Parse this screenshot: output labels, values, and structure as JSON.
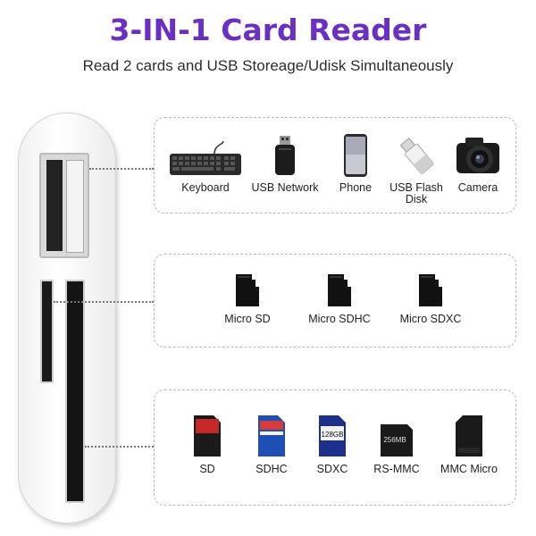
{
  "header": {
    "title": "3-IN-1 Card Reader",
    "subtitle": "Read 2 cards and USB Storeage/Udisk Simultaneously"
  },
  "usb_panel": {
    "items": [
      {
        "label": "Keyboard",
        "icon": "keyboard-icon"
      },
      {
        "label": "USB Network",
        "icon": "usb-network-adapter-icon"
      },
      {
        "label": "Phone",
        "icon": "phone-icon"
      },
      {
        "label": "USB Flash Disk",
        "icon": "usb-flash-disk-icon"
      },
      {
        "label": "Camera",
        "icon": "camera-icon"
      }
    ]
  },
  "micro_panel": {
    "items": [
      {
        "label": "Micro SD",
        "icon": "micro-sd-card-icon"
      },
      {
        "label": "Micro SDHC",
        "icon": "micro-sdhc-card-icon"
      },
      {
        "label": "Micro SDXC",
        "icon": "micro-sdxc-card-icon"
      }
    ]
  },
  "sd_panel": {
    "items": [
      {
        "label": "SD",
        "icon": "sd-card-icon",
        "color": "#c62828"
      },
      {
        "label": "SDHC",
        "icon": "sdhc-card-icon",
        "color": "#1e4fb5"
      },
      {
        "label": "SDXC",
        "icon": "sdxc-card-icon",
        "card_text": "128GB"
      },
      {
        "label": "RS-MMC",
        "icon": "rs-mmc-card-icon",
        "card_text": "256MB"
      },
      {
        "label": "MMC Micro",
        "icon": "mmc-micro-card-icon"
      }
    ]
  },
  "colors": {
    "title": "#6a2fc3",
    "sd_red": "#c62828",
    "sdhc_blue": "#1e4fb5"
  }
}
